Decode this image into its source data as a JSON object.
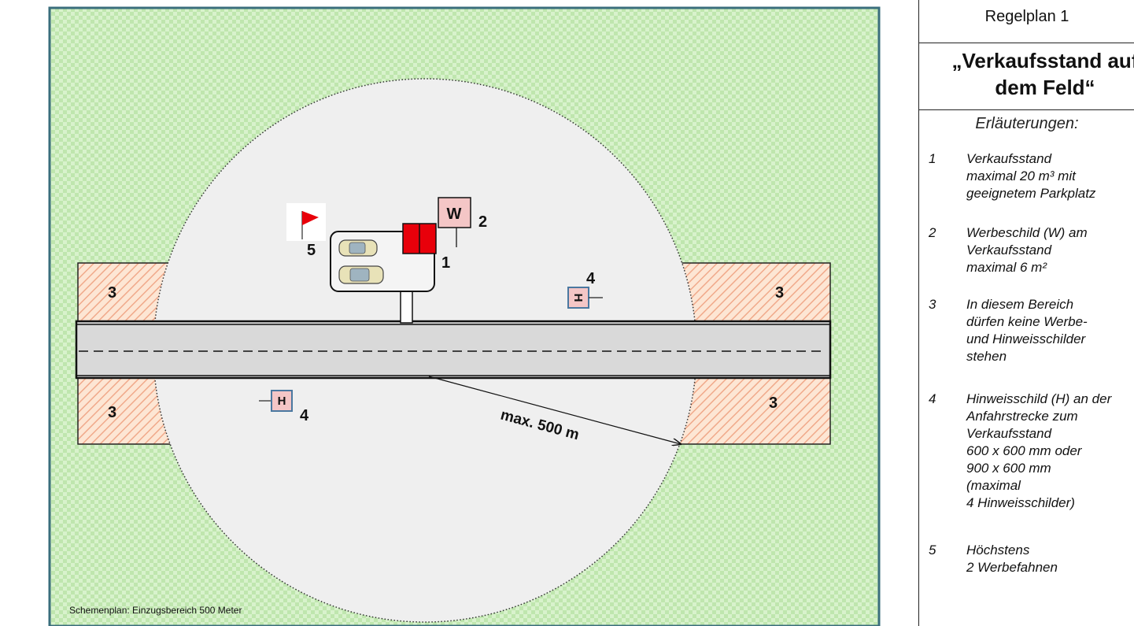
{
  "footer_caption": "Schemenplan: Einzugsbereich 500 Meter",
  "distance_label": "max. 500 m",
  "markers": {
    "stand": "1",
    "sign_w": "2",
    "zone": "3",
    "sign_h": "4",
    "flags": "5"
  },
  "sign_letters": {
    "w": "W",
    "h": "H"
  },
  "colors": {
    "field": "#d8f2cc",
    "field_check": "#bfe6ae",
    "circle": "#efefef",
    "road": "#d9d9d9",
    "zone_fill": "#fde6d4",
    "zone_hatch": "#f0a98a",
    "stand_red": "#e8000a",
    "sign_pink": "#f4c6c6",
    "sign_border": "#4a78a0"
  },
  "legend": {
    "plan_id": "Regelplan 1",
    "title_line1": "„Verkaufsstand auf",
    "title_line2": "dem Feld“",
    "heading": "Erläuterungen:",
    "items": [
      {
        "num": "1",
        "lines": [
          "Verkaufsstand",
          "maximal 20 m³ mit",
          "geeignetem Parkplatz"
        ]
      },
      {
        "num": "2",
        "lines": [
          "Werbeschild (W) am",
          "Verkaufsstand",
          "maximal 6 m²"
        ]
      },
      {
        "num": "3",
        "lines": [
          "In diesem Bereich",
          "dürfen keine Werbe-",
          "und Hinweisschilder",
          "stehen"
        ]
      },
      {
        "num": "4",
        "lines": [
          "Hinweisschild (H) an der",
          "Anfahrstrecke zum",
          "Verkaufsstand",
          "600 x 600 mm oder",
          "900 x 600 mm",
          "(maximal",
          "4 Hinweisschilder)"
        ]
      },
      {
        "num": "5",
        "lines": [
          "Höchstens",
          "2 Werbefahnen"
        ]
      }
    ]
  }
}
